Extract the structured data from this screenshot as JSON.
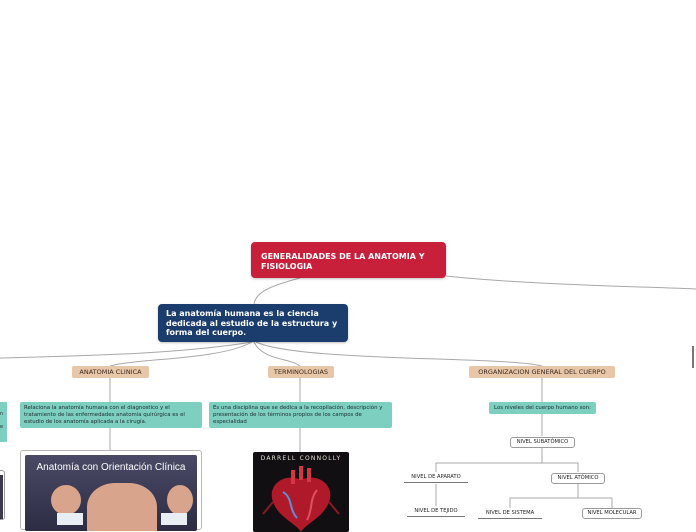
{
  "root": {
    "title": "GENERALIDADES DE LA ANATOMIA Y FISIOLOGIA"
  },
  "main": {
    "text": "La anatomía humana es la ciencia dedicada al estudio de la estructura y forma del cuerpo."
  },
  "branches": [
    {
      "label": "ANATOMIA CLINICA",
      "description": "Relaciona la anatomía humana con el diagnostico y el tratamiento de las enfermedades anatomía quirúrgica es el estudio de los anatomía aplicada a la cirugía.",
      "image_title": "Anatomía con Orientación Clínica"
    },
    {
      "label": "TERMINOLOGIAS",
      "description": "Es una disciplina que se dedica a la recopilación, descripción y presentación de los términos propios de los campos de especialidad",
      "image_author": "DARRELL CONNOLLY"
    },
    {
      "label": "ORGANIZACION GENERAL DEL CUERPO",
      "description": "Los niveles del cuerpo humano son:",
      "levels": {
        "subatomic": "NIVEL SUBATÓMICO",
        "atomic": "NIVEL ATÓMICO",
        "molecular": "NIVEL MOLECULAR",
        "system": "NIVEL DE SISTEMA",
        "apparatus": "NIVEL DE APARATO",
        "tissue": "NIVEL DE TEJIDO"
      }
    }
  ],
  "left_fragments": [
    "n",
    "e"
  ],
  "colors": {
    "root": "#c8203a",
    "main": "#1b3d6e",
    "category": "#e8c6a8",
    "teal": "#7dcfc0",
    "line": "#a8a8a8"
  }
}
